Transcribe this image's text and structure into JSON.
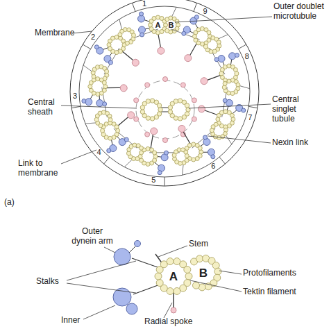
{
  "diagram": {
    "nodes": [
      {
        "text": [
          "A"
        ]
      },
      {
        "text": [
          "B"
        ]
      },
      {
        "text": [
          "A"
        ]
      },
      {
        "text": [
          "B"
        ]
      }
    ],
    "labels": [
      "Outer doublet microtubule",
      "Membrane",
      "1",
      "2",
      "3",
      "4",
      "5",
      "6",
      "7",
      "8",
      "9",
      "Central sheath",
      "Central singlet tubule",
      "Nexin link",
      "Link to membrane",
      "(a)",
      "Outer dynein arm",
      "Stem",
      "Protofilaments",
      "Stalks",
      "Tektin filament",
      "Inner",
      "Radial spoke"
    ]
  }
}
